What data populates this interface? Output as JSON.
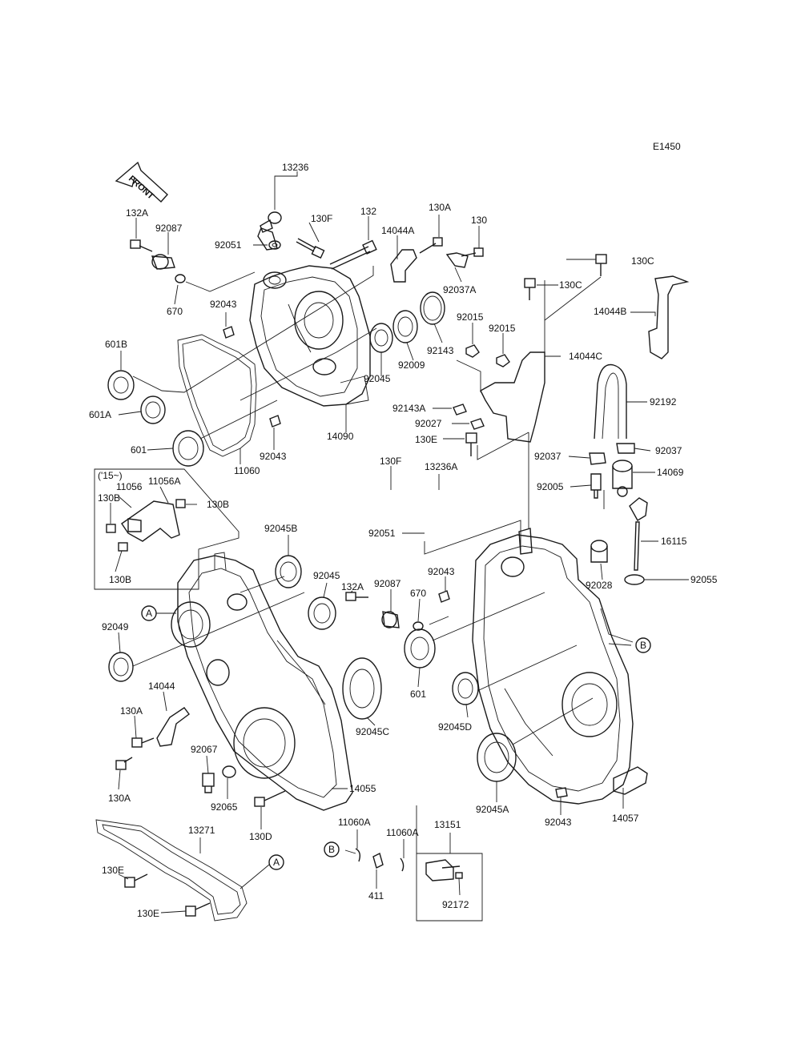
{
  "diagram_code": "E1450",
  "front_arrow_text": "FRONT",
  "year_box_label": "('15~)",
  "callouts": [
    "A",
    "B"
  ],
  "labels": {
    "p13236": "13236",
    "p132A_top": "132A",
    "p92087_top": "92087",
    "p130F_top": "130F",
    "p132": "132",
    "p130A_top": "130A",
    "p130_top": "130",
    "p14044A": "14044A",
    "p92051_top": "92051",
    "p670_top": "670",
    "p92043_a": "92043",
    "p92037A": "92037A",
    "p130C_1": "130C",
    "p130C_2": "130C",
    "p14044B": "14044B",
    "p92015_1": "92015",
    "p92015_2": "92015",
    "p14044C": "14044C",
    "p601B": "601B",
    "p92143": "92143",
    "p92009": "92009",
    "p92045_top": "92045",
    "p601A": "601A",
    "p92143A": "92143A",
    "p92192": "92192",
    "p92027": "92027",
    "p14090": "14090",
    "p130E_mid": "130E",
    "p601_left": "601",
    "p92043_b": "92043",
    "p11060": "11060",
    "p92037_1": "92037",
    "p92037_2": "92037",
    "p130F_mid": "130F",
    "p13236A": "13236A",
    "p92005": "92005",
    "p14069": "14069",
    "p11056": "11056",
    "p11056A": "11056A",
    "p130B_1": "130B",
    "p130B_2": "130B",
    "p130B_3": "130B",
    "p92051_mid": "92051",
    "p16115": "16115",
    "p92045B": "92045B",
    "p92043_c": "92043",
    "p92055": "92055",
    "p92028": "92028",
    "p92045_mid": "92045",
    "p132A_mid": "132A",
    "p92087_mid": "92087",
    "p670_mid": "670",
    "p92049": "92049",
    "p601_mid": "601",
    "p14044": "14044",
    "p92045D": "92045D",
    "p92045C": "92045C",
    "p130A_mid": "130A",
    "p92067": "92067",
    "p130A_low": "130A",
    "p92065": "92065",
    "p14055": "14055",
    "p92045A": "92045A",
    "p92043_d": "92043",
    "p14057": "14057",
    "p130D": "130D",
    "p13271": "13271",
    "p11060A_1": "11060A",
    "p11060A_2": "11060A",
    "p13151": "13151",
    "p130E_1": "130E",
    "p130E_2": "130E",
    "p411": "411",
    "p92172": "92172"
  }
}
